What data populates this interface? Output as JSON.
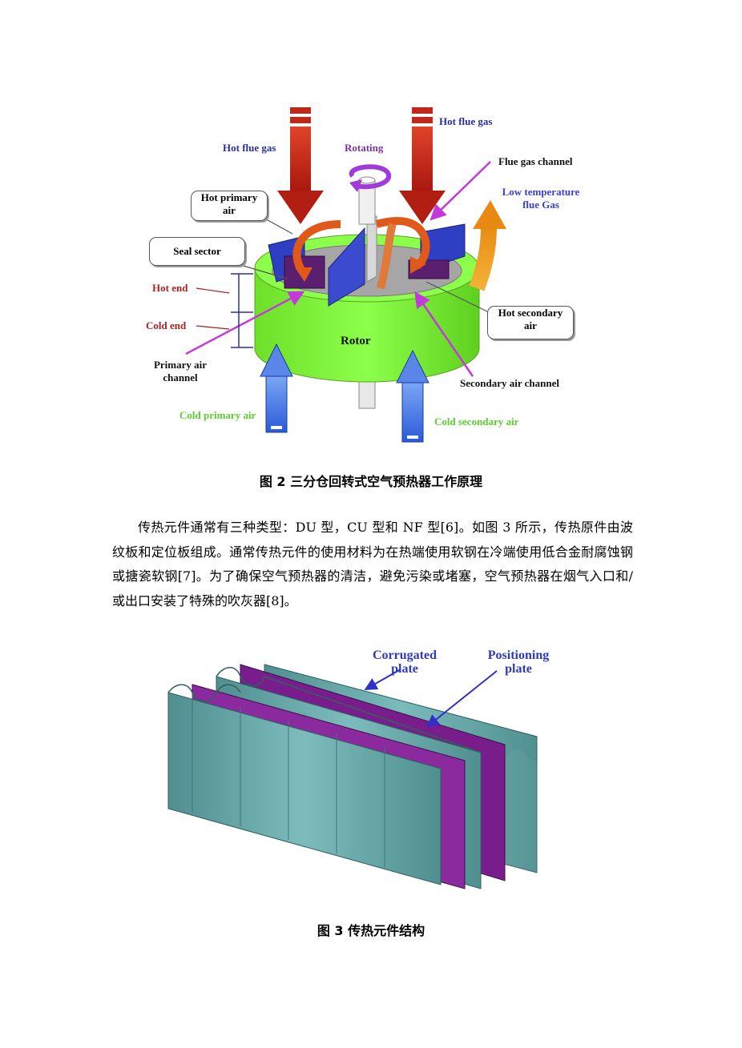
{
  "figure2": {
    "labels": {
      "hot_flue_gas_left": "Hot flue gas",
      "hot_flue_gas_right": "Hot flue gas",
      "rotating": "Rotating",
      "flue_gas_channel": "Flue gas channel",
      "low_temp_line1": "Low temperature",
      "low_temp_line2": "flue Gas",
      "hot_primary_line1": "Hot primary",
      "hot_primary_line2": "air",
      "seal_sector": "Seal sector",
      "hot_end": "Hot end",
      "cold_end": "Cold end",
      "rotor": "Rotor",
      "hot_secondary_line1": "Hot secondary",
      "hot_secondary_line2": "air",
      "primary_air_line1": "Primary air",
      "primary_air_line2": "channel",
      "secondary_air_channel": "Secondary air channel",
      "cold_primary_air": "Cold primary air",
      "cold_secondary_air": "Cold secondary air"
    },
    "caption": "图 2  三分仓回转式空气预热器工作原理"
  },
  "paragraph": "传热元件通常有三种类型：DU 型，CU 型和 NF 型[6]。如图 3 所示，传热原件由波纹板和定位板组成。通常传热元件的使用材料为在热端使用软钢在冷端使用低合金耐腐蚀钢或搪瓷软钢[7]。为了确保空气预热器的清洁，避免污染或堵塞，空气预热器在烟气入口和/或出口安装了特殊的吹灰器[8]。",
  "figure3": {
    "labels": {
      "corrugated_line1": "Corrugated",
      "corrugated_line2": "plate",
      "positioning_line1": "Positioning",
      "positioning_line2": "plate"
    },
    "caption": "图 3  传热元件结构"
  },
  "colors": {
    "rotor_green": "#7ef23a",
    "flue_arrow_red": "#c0281a",
    "air_arrow_blue": "#3f6fe0",
    "channel_blue": "#2e3fc4",
    "seal_purple": "#5a1f6e",
    "plate_teal": "#5fa3a3",
    "plate_purple": "#7a1d8c"
  }
}
